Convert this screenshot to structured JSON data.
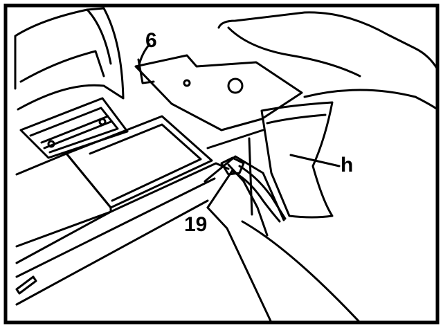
{
  "callouts": {
    "label_6": "6",
    "label_h": "h",
    "label_19": "19"
  },
  "colors": {
    "ink": "#000000",
    "paper": "#ffffff"
  }
}
